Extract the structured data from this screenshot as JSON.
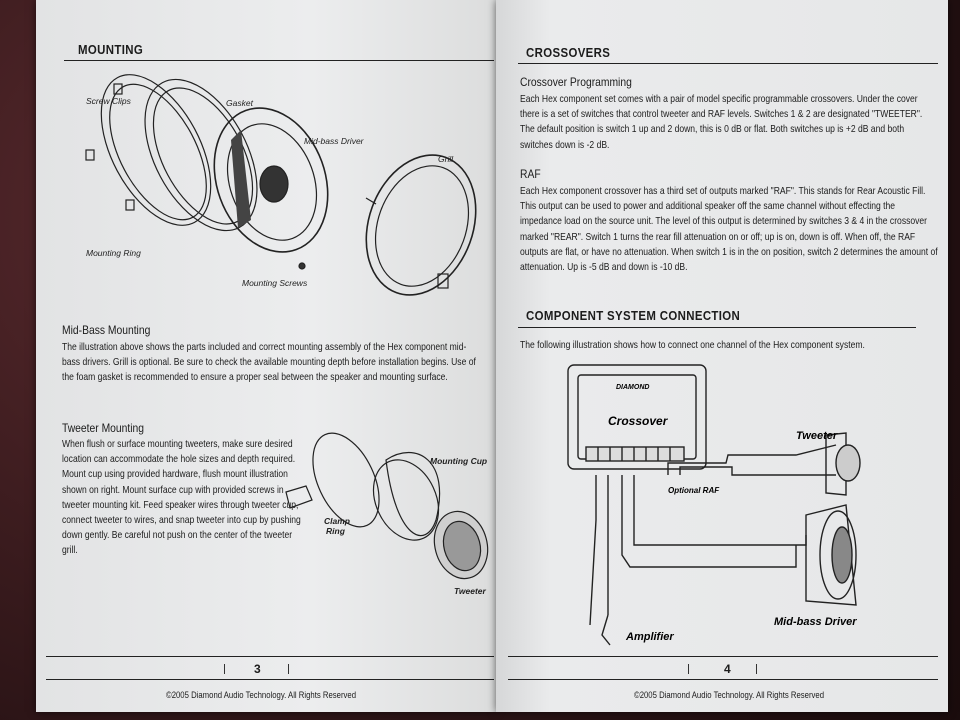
{
  "left_page": {
    "section_title": "MOUNTING",
    "illustration_labels": {
      "screw_clips": "Screw Clips",
      "gasket": "Gasket",
      "mid_bass_driver": "Mid-bass Driver",
      "grill": "Grill",
      "mounting_ring": "Mounting Ring",
      "mounting_screws": "Mounting Screws"
    },
    "mid_bass_heading": "Mid-Bass Mounting",
    "mid_bass_text": "The illustration above shows the parts included and correct mounting assembly of the Hex component mid-bass drivers.  Grill is optional.  Be sure to check the available mounting depth before installation begins.  Use of the foam gasket is recommended to ensure a proper seal between the speaker and mounting surface.",
    "tweeter_heading": "Tweeter Mounting",
    "tweeter_text": "When flush or surface mounting tweeters, make sure desired location can accommodate the hole sizes and depth required.  Mount cup using provided hardware, flush mount illustration shown on right. Mount surface cup with provided screws in tweeter mounting kit.  Feed speaker wires through tweeter cup, connect tweeter to wires,  and snap tweeter into cup by pushing down gently.  Be careful not push on the center of the tweeter grill.",
    "tweeter_labels": {
      "mounting_cup": "Mounting Cup",
      "clamp_ring_1": "Clamp",
      "clamp_ring_2": "Ring",
      "tweeter": "Tweeter"
    },
    "page_number": "3",
    "footer": "©2005 Diamond Audio Technology. All Rights Reserved"
  },
  "right_page": {
    "section_title": "CROSSOVERS",
    "crossover_programming_heading": "Crossover Programming",
    "crossover_programming_text": "Each Hex component set comes with a pair of model specific programmable crossovers.  Under the cover there is a set of switches that control tweeter and RAF levels.  Switches 1 & 2 are designated \"TWEETER\".  The default position is switch 1 up and 2 down, this is 0 dB or flat.  Both switches up is +2 dB and both switches down is -2 dB.",
    "raf_heading": "RAF",
    "raf_text": "Each Hex component crossover has a third set of outputs marked \"RAF\".  This stands for Rear Acoustic Fill.  This output can be used to power and additional speaker off the same channel without effecting the impedance load on the source unit.  The level of this output is determined by switches 3 & 4 in the crossover marked \"REAR\".  Switch 1 turns the rear fill attenuation on or off; up is on, down is off.  When off, the RAF outputs are flat, or have no attenuation.  When switch 1 is in the on position, switch 2 determines the amount of attenuation.  Up is -5 dB and down is -10 dB.",
    "component_heading": "COMPONENT SYSTEM CONNECTION",
    "component_text": "The following illustration shows how to connect one channel of the Hex component system.",
    "diagram_labels": {
      "crossover": "Crossover",
      "tweeter": "Tweeter",
      "optional_raf": "Optional RAF",
      "amplifier": "Amplifier",
      "mid_bass_driver": "Mid-bass Driver",
      "brand_logo": "DIAMOND"
    },
    "page_number": "4",
    "footer": "©2005 Diamond Audio Technology. All Rights Reserved"
  }
}
